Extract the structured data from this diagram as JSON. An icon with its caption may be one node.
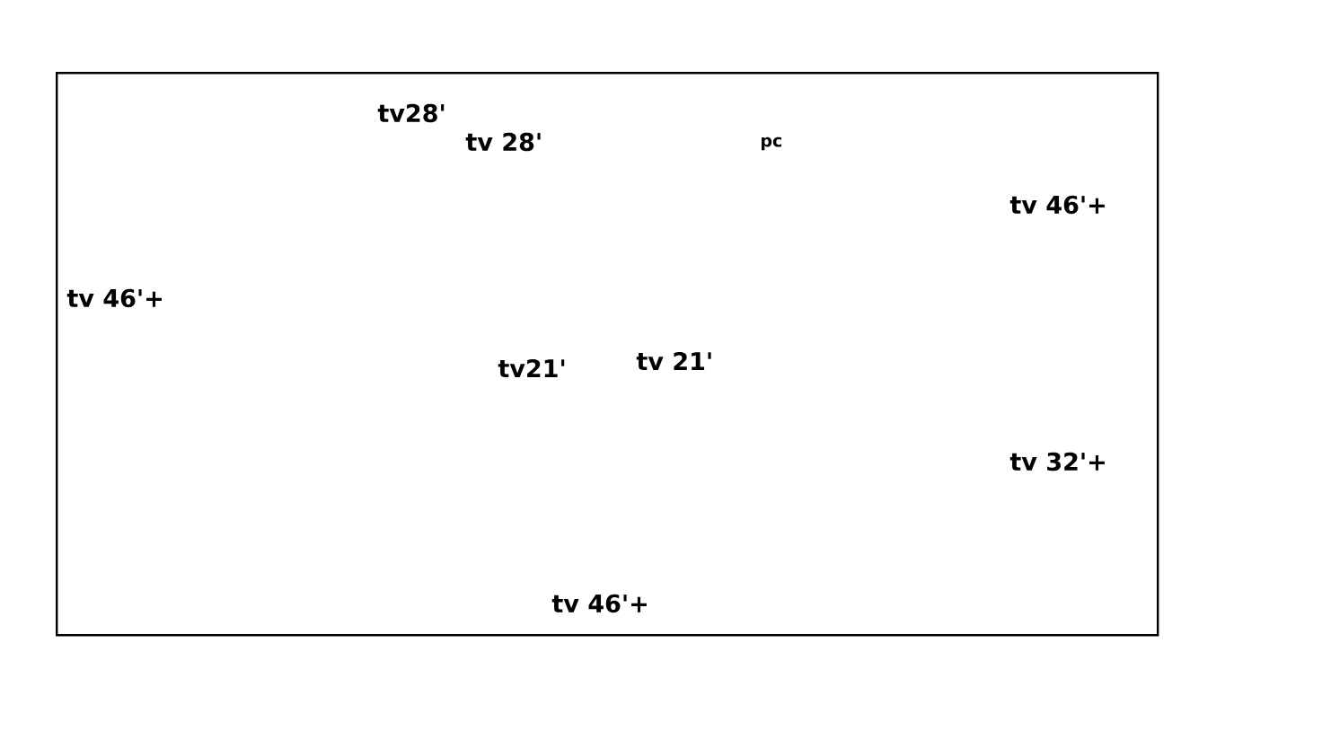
{
  "diagram": {
    "nodes": [
      {
        "text": [
          "tv28'",
          "tv 28'",
          "pc",
          "tv 46'+",
          "tv 46'+",
          "tv21'",
          "tv 21'",
          "tv 32'+",
          "tv 46'+"
        ]
      }
    ]
  }
}
